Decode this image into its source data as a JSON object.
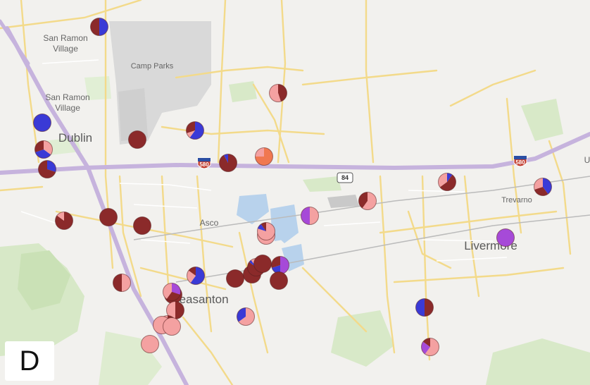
{
  "panel": {
    "letter": "D"
  },
  "labels": {
    "san_ramon_village_1a": "San Ramon",
    "san_ramon_village_1b": "Village",
    "camp_parks": "Camp Parks",
    "san_ramon_village_2a": "San Ramon",
    "san_ramon_village_2b": "Village",
    "dublin": "Dublin",
    "asco": "Asco",
    "pleasanton": "Pleasanton",
    "livermore": "Livermore",
    "trevarno": "Trevarno",
    "edge_u": "U"
  },
  "shields": {
    "i580_a": "580",
    "i580_b": "580",
    "route84": "84"
  },
  "colors": {
    "blue": "#3a3ad6",
    "maroon": "#8b2a2a",
    "pink": "#f4a1a1",
    "purple": "#a64ad8",
    "orange": "#f07850",
    "highway": "#c9b6df",
    "road": "#f4dc8a",
    "water": "#b8d2ec",
    "park": "#d3e7c0",
    "land": "#f2f1ee"
  },
  "markers": [
    {
      "slices": [
        {
          "c": "blue",
          "v": 0.5
        },
        {
          "c": "maroon",
          "v": 0.5
        }
      ]
    },
    {
      "slices": [
        {
          "c": "maroon",
          "v": 0.45
        },
        {
          "c": "pink",
          "v": 0.55
        }
      ]
    },
    {
      "slices": [
        {
          "c": "blue",
          "v": 1.0
        }
      ]
    },
    {
      "slices": [
        {
          "c": "blue",
          "v": 0.6
        },
        {
          "c": "pink",
          "v": 0.1
        },
        {
          "c": "maroon",
          "v": 0.3
        }
      ]
    },
    {
      "slices": [
        {
          "c": "maroon",
          "v": 1.0
        }
      ]
    },
    {
      "slices": [
        {
          "c": "pink",
          "v": 0.35
        },
        {
          "c": "blue",
          "v": 0.35
        },
        {
          "c": "maroon",
          "v": 0.3
        }
      ]
    },
    {
      "slices": [
        {
          "c": "blue",
          "v": 0.3
        },
        {
          "c": "maroon",
          "v": 0.7
        }
      ]
    },
    {
      "slices": [
        {
          "c": "maroon",
          "v": 0.92
        },
        {
          "c": "blue",
          "v": 0.08
        }
      ]
    },
    {
      "slices": [
        {
          "c": "orange",
          "v": 0.75
        },
        {
          "c": "pink",
          "v": 0.25
        }
      ]
    },
    {
      "slices": [
        {
          "c": "blue",
          "v": 0.1
        },
        {
          "c": "maroon",
          "v": 0.55
        },
        {
          "c": "pink",
          "v": 0.35
        }
      ]
    },
    {
      "slices": [
        {
          "c": "blue",
          "v": 0.4
        },
        {
          "c": "maroon",
          "v": 0.3
        },
        {
          "c": "pink",
          "v": 0.3
        }
      ]
    },
    {
      "slices": [
        {
          "c": "pink",
          "v": 0.6
        },
        {
          "c": "maroon",
          "v": 0.4
        }
      ]
    },
    {
      "slices": [
        {
          "c": "maroon",
          "v": 1.0
        }
      ]
    },
    {
      "slices": [
        {
          "c": "maroon",
          "v": 1.0
        }
      ]
    },
    {
      "slices": [
        {
          "c": "maroon",
          "v": 0.85
        },
        {
          "c": "pink",
          "v": 0.15
        }
      ]
    },
    {
      "slices": [
        {
          "c": "pink",
          "v": 0.5
        },
        {
          "c": "purple",
          "v": 0.5
        }
      ]
    },
    {
      "slices": [
        {
          "c": "pink",
          "v": 1.0
        }
      ]
    },
    {
      "slices": [
        {
          "c": "pink",
          "v": 0.8
        },
        {
          "c": "blue",
          "v": 0.1
        },
        {
          "c": "maroon",
          "v": 0.1
        }
      ]
    },
    {
      "slices": [
        {
          "c": "purple",
          "v": 1.0
        }
      ]
    },
    {
      "slices": [
        {
          "c": "pink",
          "v": 0.5
        },
        {
          "c": "maroon",
          "v": 0.5
        }
      ]
    },
    {
      "slices": [
        {
          "c": "blue",
          "v": 0.6
        },
        {
          "c": "pink",
          "v": 0.25
        },
        {
          "c": "maroon",
          "v": 0.15
        }
      ]
    },
    {
      "slices": [
        {
          "c": "maroon",
          "v": 1.0
        }
      ]
    },
    {
      "slices": [
        {
          "c": "maroon",
          "v": 1.0
        }
      ]
    },
    {
      "slices": [
        {
          "c": "maroon",
          "v": 0.85
        },
        {
          "c": "blue",
          "v": 0.05
        },
        {
          "c": "pink",
          "v": 0.1
        }
      ]
    },
    {
      "slices": [
        {
          "c": "maroon",
          "v": 1.0
        }
      ]
    },
    {
      "slices": [
        {
          "c": "purple",
          "v": 0.5
        },
        {
          "c": "blue",
          "v": 0.2
        },
        {
          "c": "maroon",
          "v": 0.3
        }
      ]
    },
    {
      "slices": [
        {
          "c": "maroon",
          "v": 1.0
        }
      ]
    },
    {
      "slices": [
        {
          "c": "maroon",
          "v": 1.0
        }
      ]
    },
    {
      "slices": [
        {
          "c": "purple",
          "v": 0.3
        },
        {
          "c": "maroon",
          "v": 0.3
        },
        {
          "c": "pink",
          "v": 0.4
        }
      ]
    },
    {
      "slices": [
        {
          "c": "maroon",
          "v": 0.5
        },
        {
          "c": "pink",
          "v": 0.5
        }
      ]
    },
    {
      "slices": [
        {
          "c": "pink",
          "v": 0.65
        },
        {
          "c": "blue",
          "v": 0.35
        }
      ]
    },
    {
      "slices": [
        {
          "c": "maroon",
          "v": 0.7
        },
        {
          "c": "pink",
          "v": 0.3
        }
      ]
    },
    {
      "slices": [
        {
          "c": "pink",
          "v": 1.0
        }
      ]
    },
    {
      "slices": [
        {
          "c": "pink",
          "v": 1.0
        }
      ]
    },
    {
      "slices": [
        {
          "c": "pink",
          "v": 1.0
        }
      ]
    },
    {
      "slices": [
        {
          "c": "maroon",
          "v": 0.5
        },
        {
          "c": "blue",
          "v": 0.5
        }
      ]
    },
    {
      "slices": [
        {
          "c": "pink",
          "v": 0.6
        },
        {
          "c": "purple",
          "v": 0.25
        },
        {
          "c": "maroon",
          "v": 0.15
        }
      ]
    }
  ]
}
